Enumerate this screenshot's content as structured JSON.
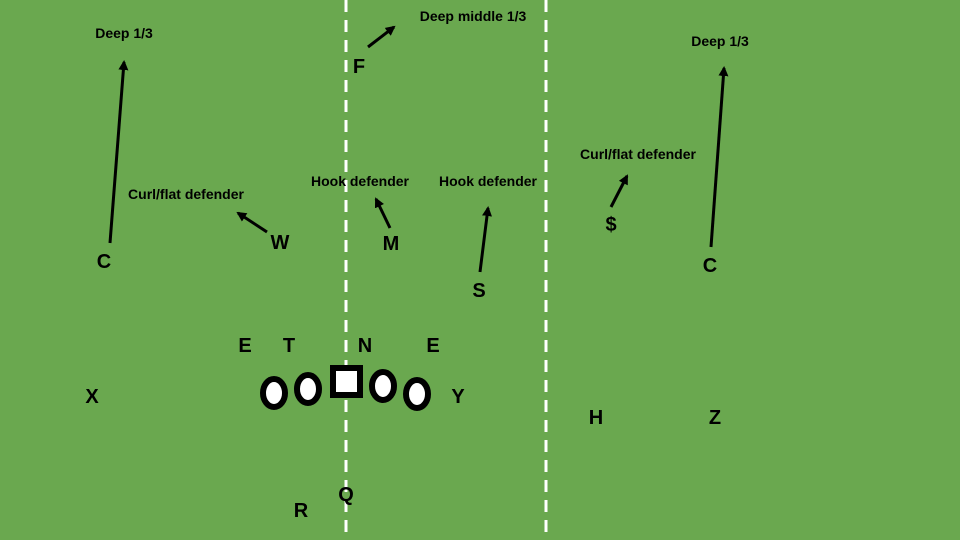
{
  "colors": {
    "field": "#6aa84f",
    "hash": "#ffffff",
    "ink": "#000000"
  },
  "zones": {
    "deep_left": "Deep 1/3",
    "deep_middle": "Deep middle 1/3",
    "deep_right": "Deep 1/3",
    "curl_flat_left": "Curl/flat defender",
    "hook_left": "Hook defender",
    "hook_right": "Hook defender",
    "curl_flat_right": "Curl/flat defender"
  },
  "defense": {
    "corner_left": "C",
    "free_safety": "F",
    "will": "W",
    "mike": "M",
    "strong_safety": "S",
    "nickel": "$",
    "corner_right": "C",
    "end_left": "E",
    "tackle": "T",
    "nose": "N",
    "end_right": "E"
  },
  "offense": {
    "x_receiver": "X",
    "y_receiver": "Y",
    "h_receiver": "H",
    "z_receiver": "Z",
    "quarterback": "Q",
    "running_back": "R"
  }
}
